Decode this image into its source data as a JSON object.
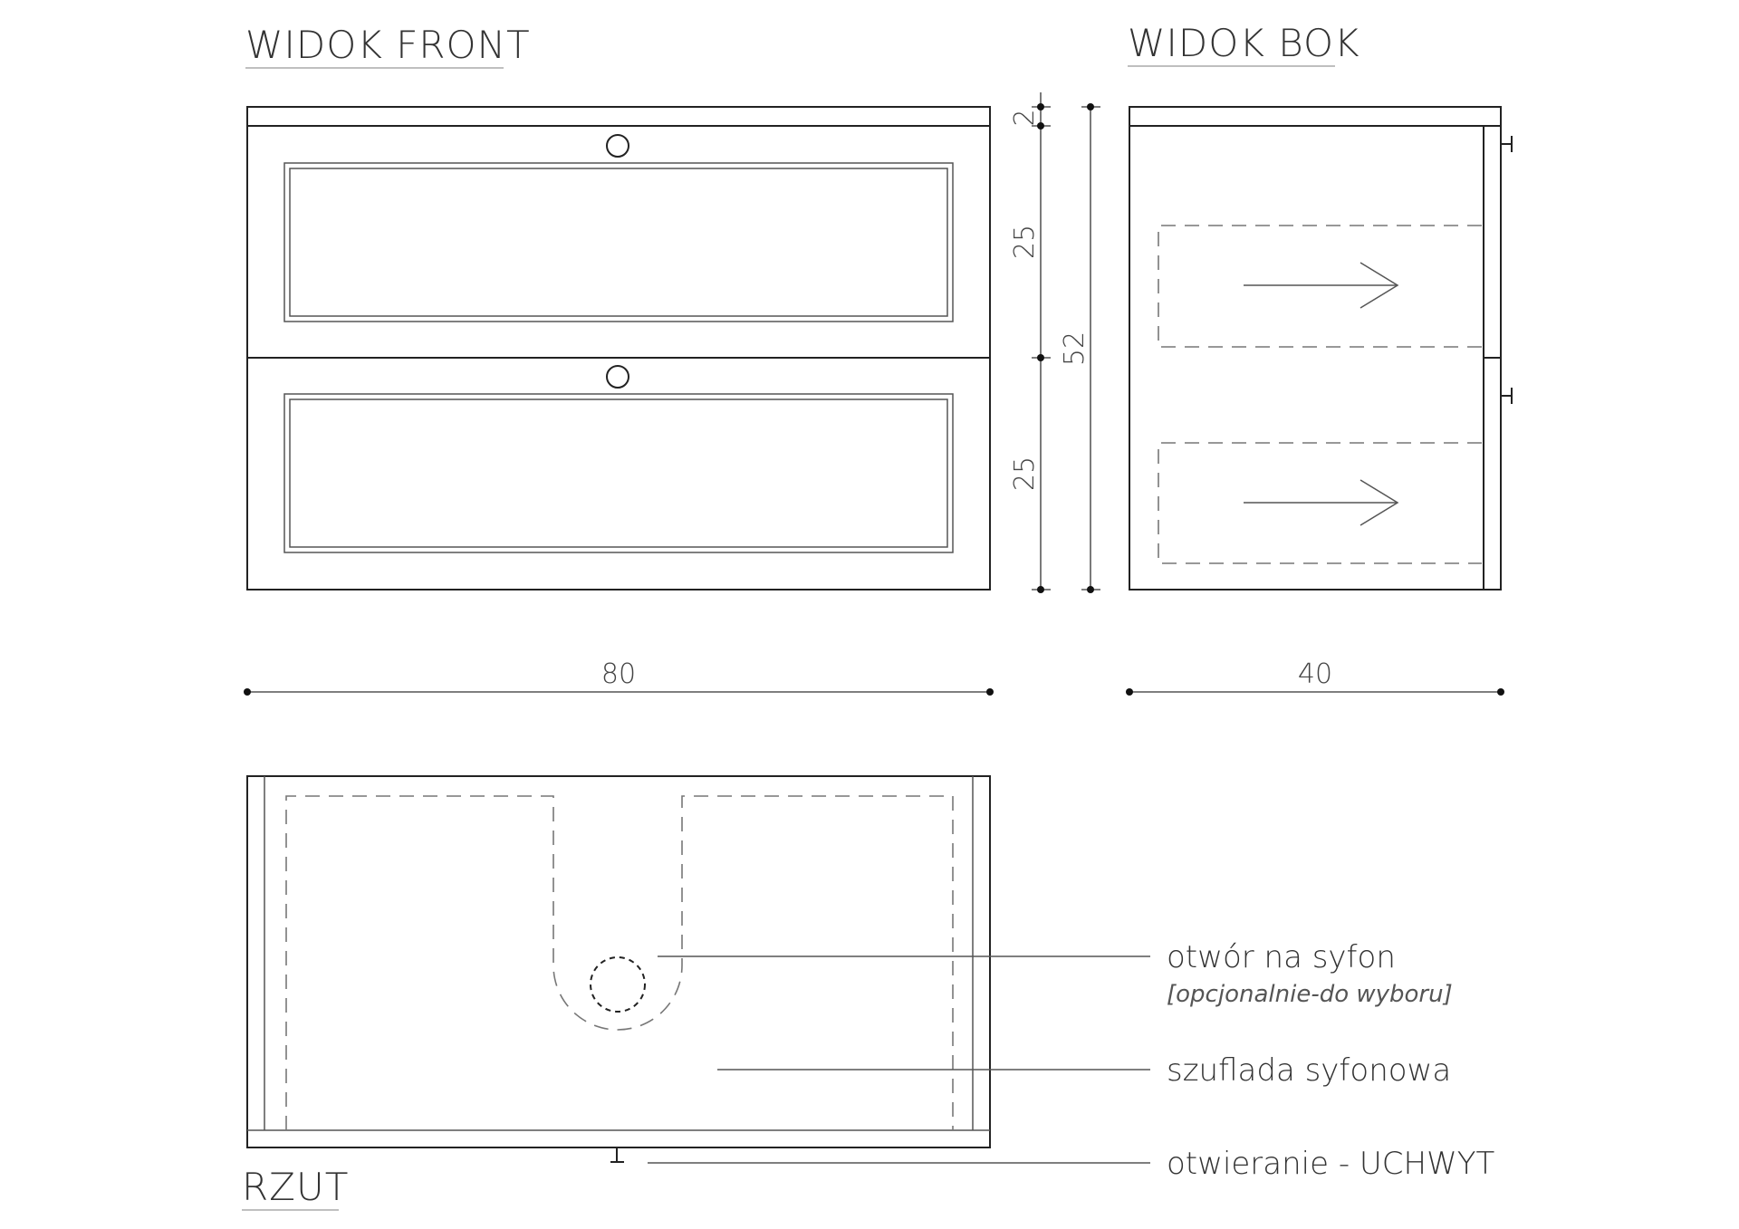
{
  "views": {
    "front_title": "WIDOK FRONT",
    "side_title": "WIDOK BOK",
    "plan_title": "RZUT"
  },
  "dimensions": {
    "top_thickness": "2",
    "drawer_upper_height": "25",
    "drawer_lower_height": "25",
    "total_height": "52",
    "front_width": "80",
    "side_depth": "40"
  },
  "annotations": {
    "siphon_hole": "otwór na syfon",
    "siphon_hole_note": "[opcjonalnie-do wyboru]",
    "siphon_drawer": "szuflada syfonowa",
    "opening": "otwieranie - UCHWYT"
  }
}
